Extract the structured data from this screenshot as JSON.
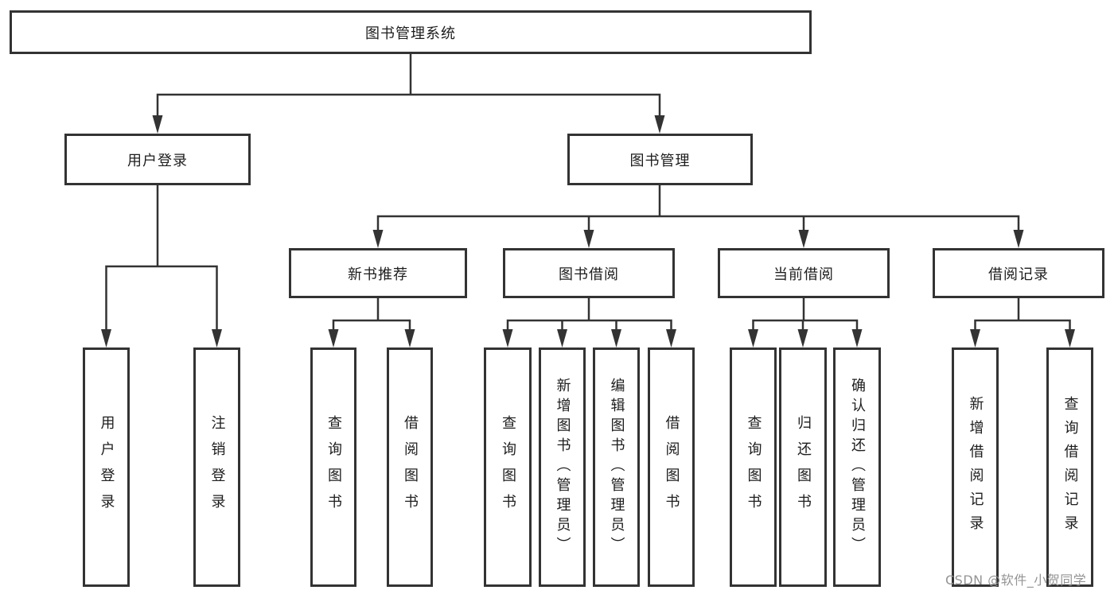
{
  "diagram": {
    "line_color": "#333333",
    "root": {
      "label": "图书管理系统"
    },
    "level2": {
      "user_login": {
        "label": "用户登录"
      },
      "book_management": {
        "label": "图书管理"
      }
    },
    "level3": {
      "new_book_recommend": {
        "label": "新书推荐"
      },
      "book_borrowing": {
        "label": "图书借阅"
      },
      "current_borrowing": {
        "label": "当前借阅"
      },
      "borrowing_records": {
        "label": "借阅记录"
      }
    },
    "leaves": {
      "user_login": [
        "用户登录",
        "注销登录"
      ],
      "new_book_recommend": [
        "查询图书",
        "借阅图书"
      ],
      "book_borrowing": [
        "查询图书",
        "新增图书（管理员）",
        "编辑图书（管理员）",
        "借阅图书"
      ],
      "current_borrowing": [
        "查询图书",
        "归还图书",
        "确认归还（管理员）"
      ],
      "borrowing_records": [
        "新增借阅记录",
        "查询借阅记录"
      ]
    }
  },
  "watermark": {
    "text": "CSDN @软件_小贺同学"
  }
}
